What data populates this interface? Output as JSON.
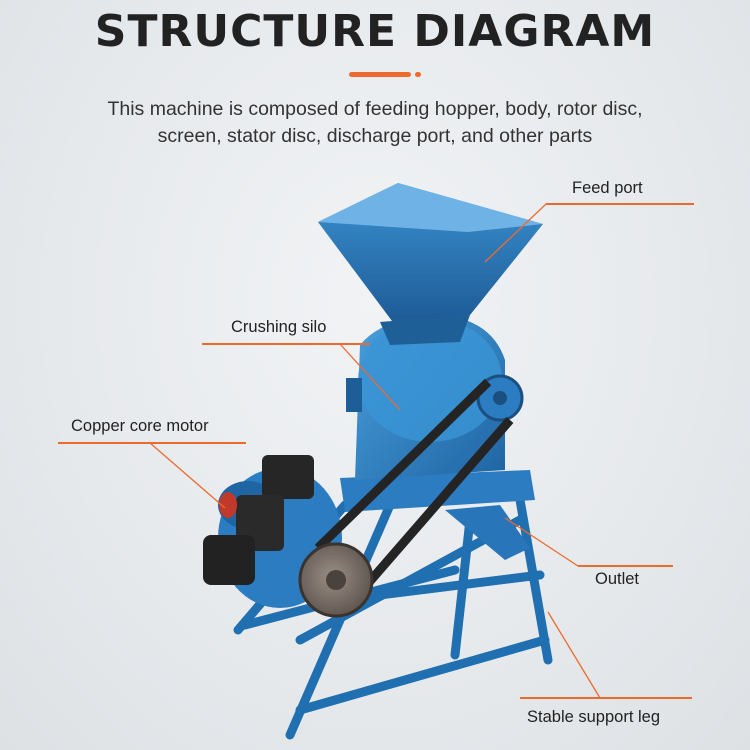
{
  "header": {
    "title": "STRUCTURE DIAGRAM",
    "description_line1": "This machine is composed of feeding hopper, body, rotor disc,",
    "description_line2": "screen, stator disc, discharge port, and other parts"
  },
  "labels": {
    "feed_port": "Feed port",
    "crushing_silo": "Crushing silo",
    "copper_core_motor": "Copper core motor",
    "outlet": "Outlet",
    "stable_support_leg": "Stable support leg"
  },
  "colors": {
    "accent": "#ee6a2c",
    "machine_blue": "#2f84c6",
    "machine_dark_blue": "#1f5f97",
    "belt": "#2a2a2a"
  }
}
